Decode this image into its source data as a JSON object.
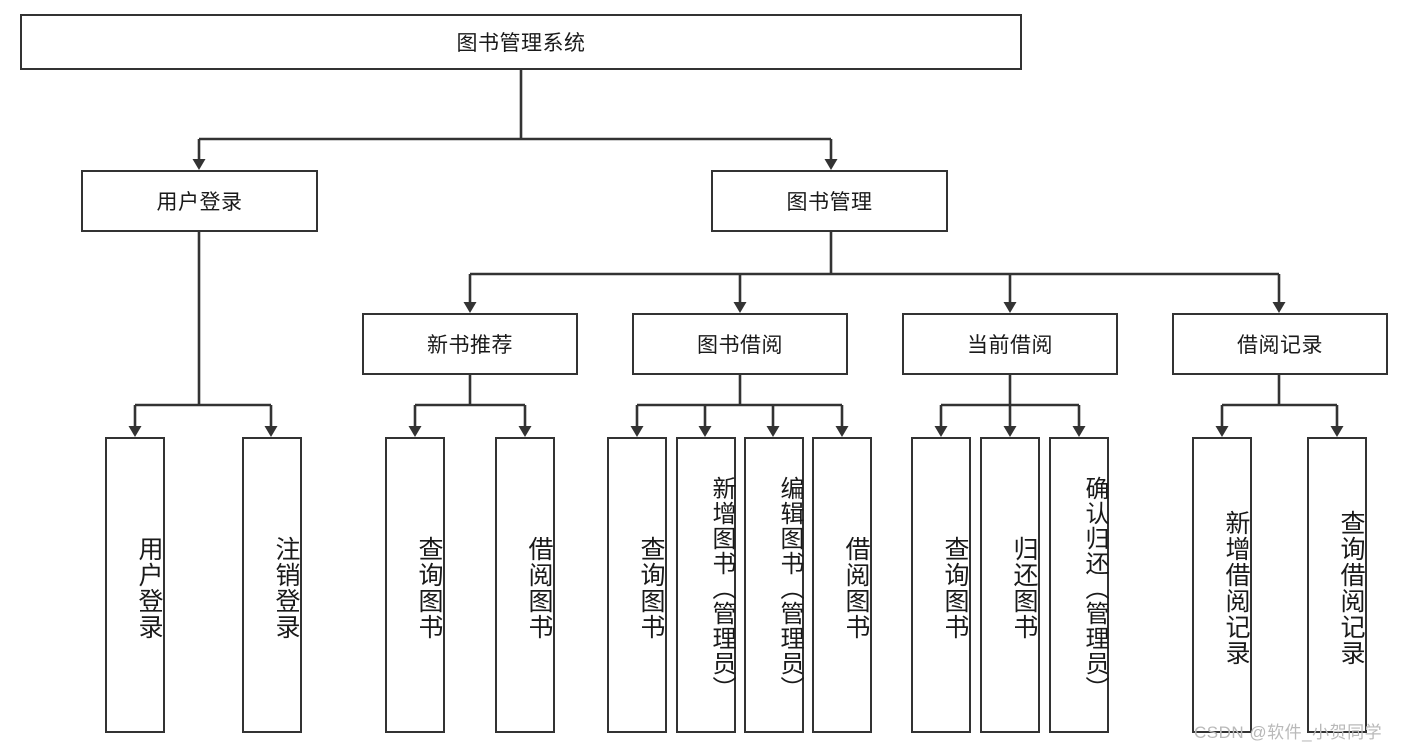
{
  "diagram": {
    "title": "图书管理系统",
    "root": {
      "label": "图书管理系统"
    },
    "level2": [
      {
        "label": "用户登录"
      },
      {
        "label": "图书管理"
      }
    ],
    "level3": [
      {
        "label": "新书推荐"
      },
      {
        "label": "图书借阅"
      },
      {
        "label": "当前借阅"
      },
      {
        "label": "借阅记录"
      }
    ],
    "leaves": {
      "user_login": [
        {
          "label": "用户登录"
        },
        {
          "label": "注销登录"
        }
      ],
      "new_book_recommend": [
        {
          "label": "查询图书"
        },
        {
          "label": "借阅图书"
        }
      ],
      "book_borrow": [
        {
          "label": "查询图书"
        },
        {
          "label": "新增图书（管理员）"
        },
        {
          "label": "编辑图书（管理员）"
        },
        {
          "label": "借阅图书"
        }
      ],
      "current_borrow": [
        {
          "label": "查询图书"
        },
        {
          "label": "归还图书"
        },
        {
          "label": "确认归还（管理员）"
        }
      ],
      "borrow_record": [
        {
          "label": "新增借阅记录"
        },
        {
          "label": "查询借阅记录"
        }
      ]
    }
  },
  "watermark": {
    "text": "CSDN @软件_小贺同学"
  },
  "colors": {
    "box_border": "#333333",
    "box_fill": "#ffffff",
    "edge": "#333333",
    "text": "#1a1a1a",
    "watermark": "#b9b9b9"
  }
}
